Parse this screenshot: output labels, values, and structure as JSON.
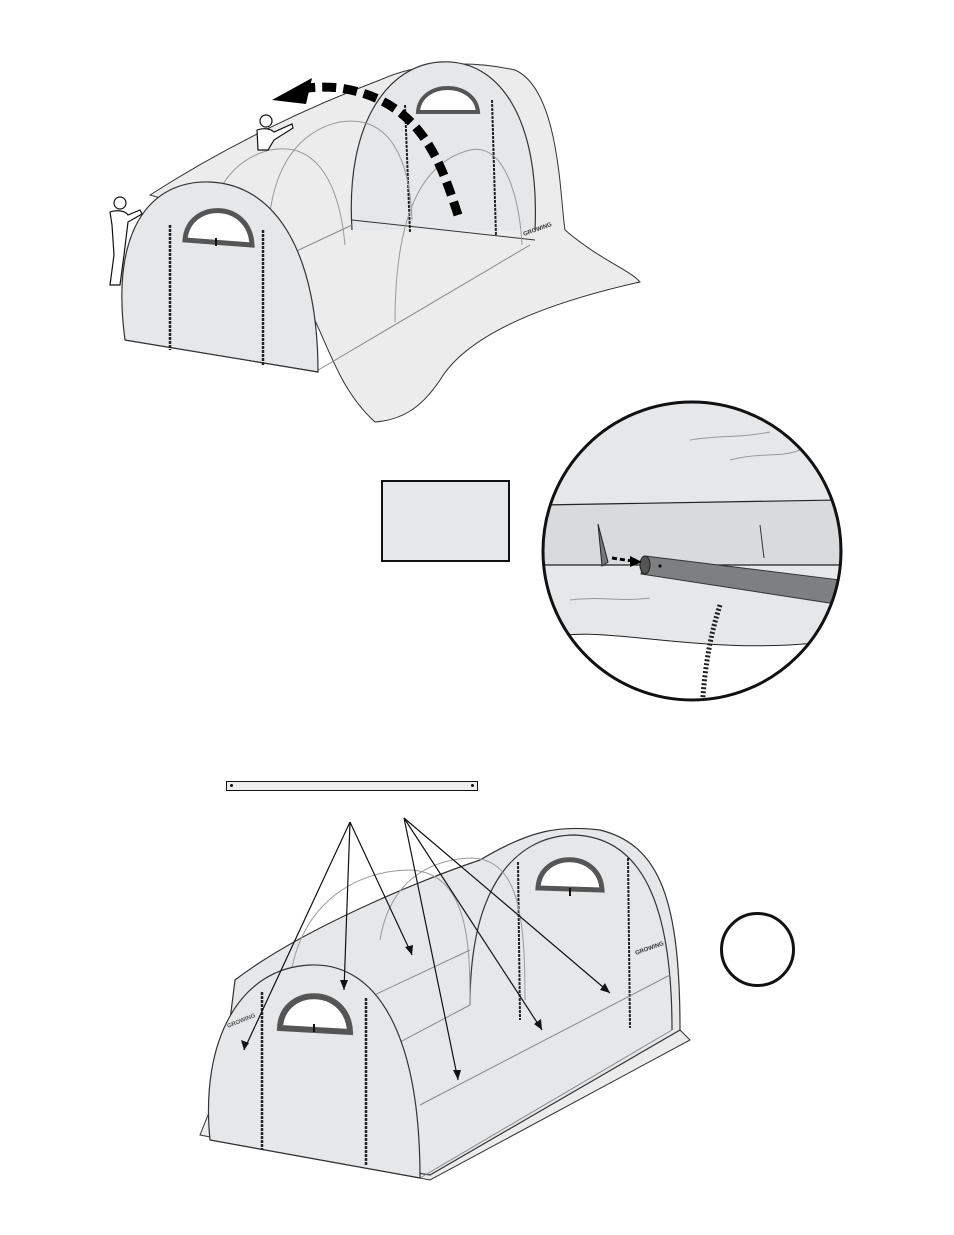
{
  "page": {
    "background": "#ffffff"
  },
  "brand_logo_text": "GROWING",
  "illustrations": {
    "top": "cover-over-frame",
    "detail": "pole-insertion-magnifier",
    "bottom": "assembled-greenhouse"
  },
  "colors": {
    "line": "#111111",
    "cover_fill": "#e6e7e8",
    "arrow": "#000000"
  }
}
